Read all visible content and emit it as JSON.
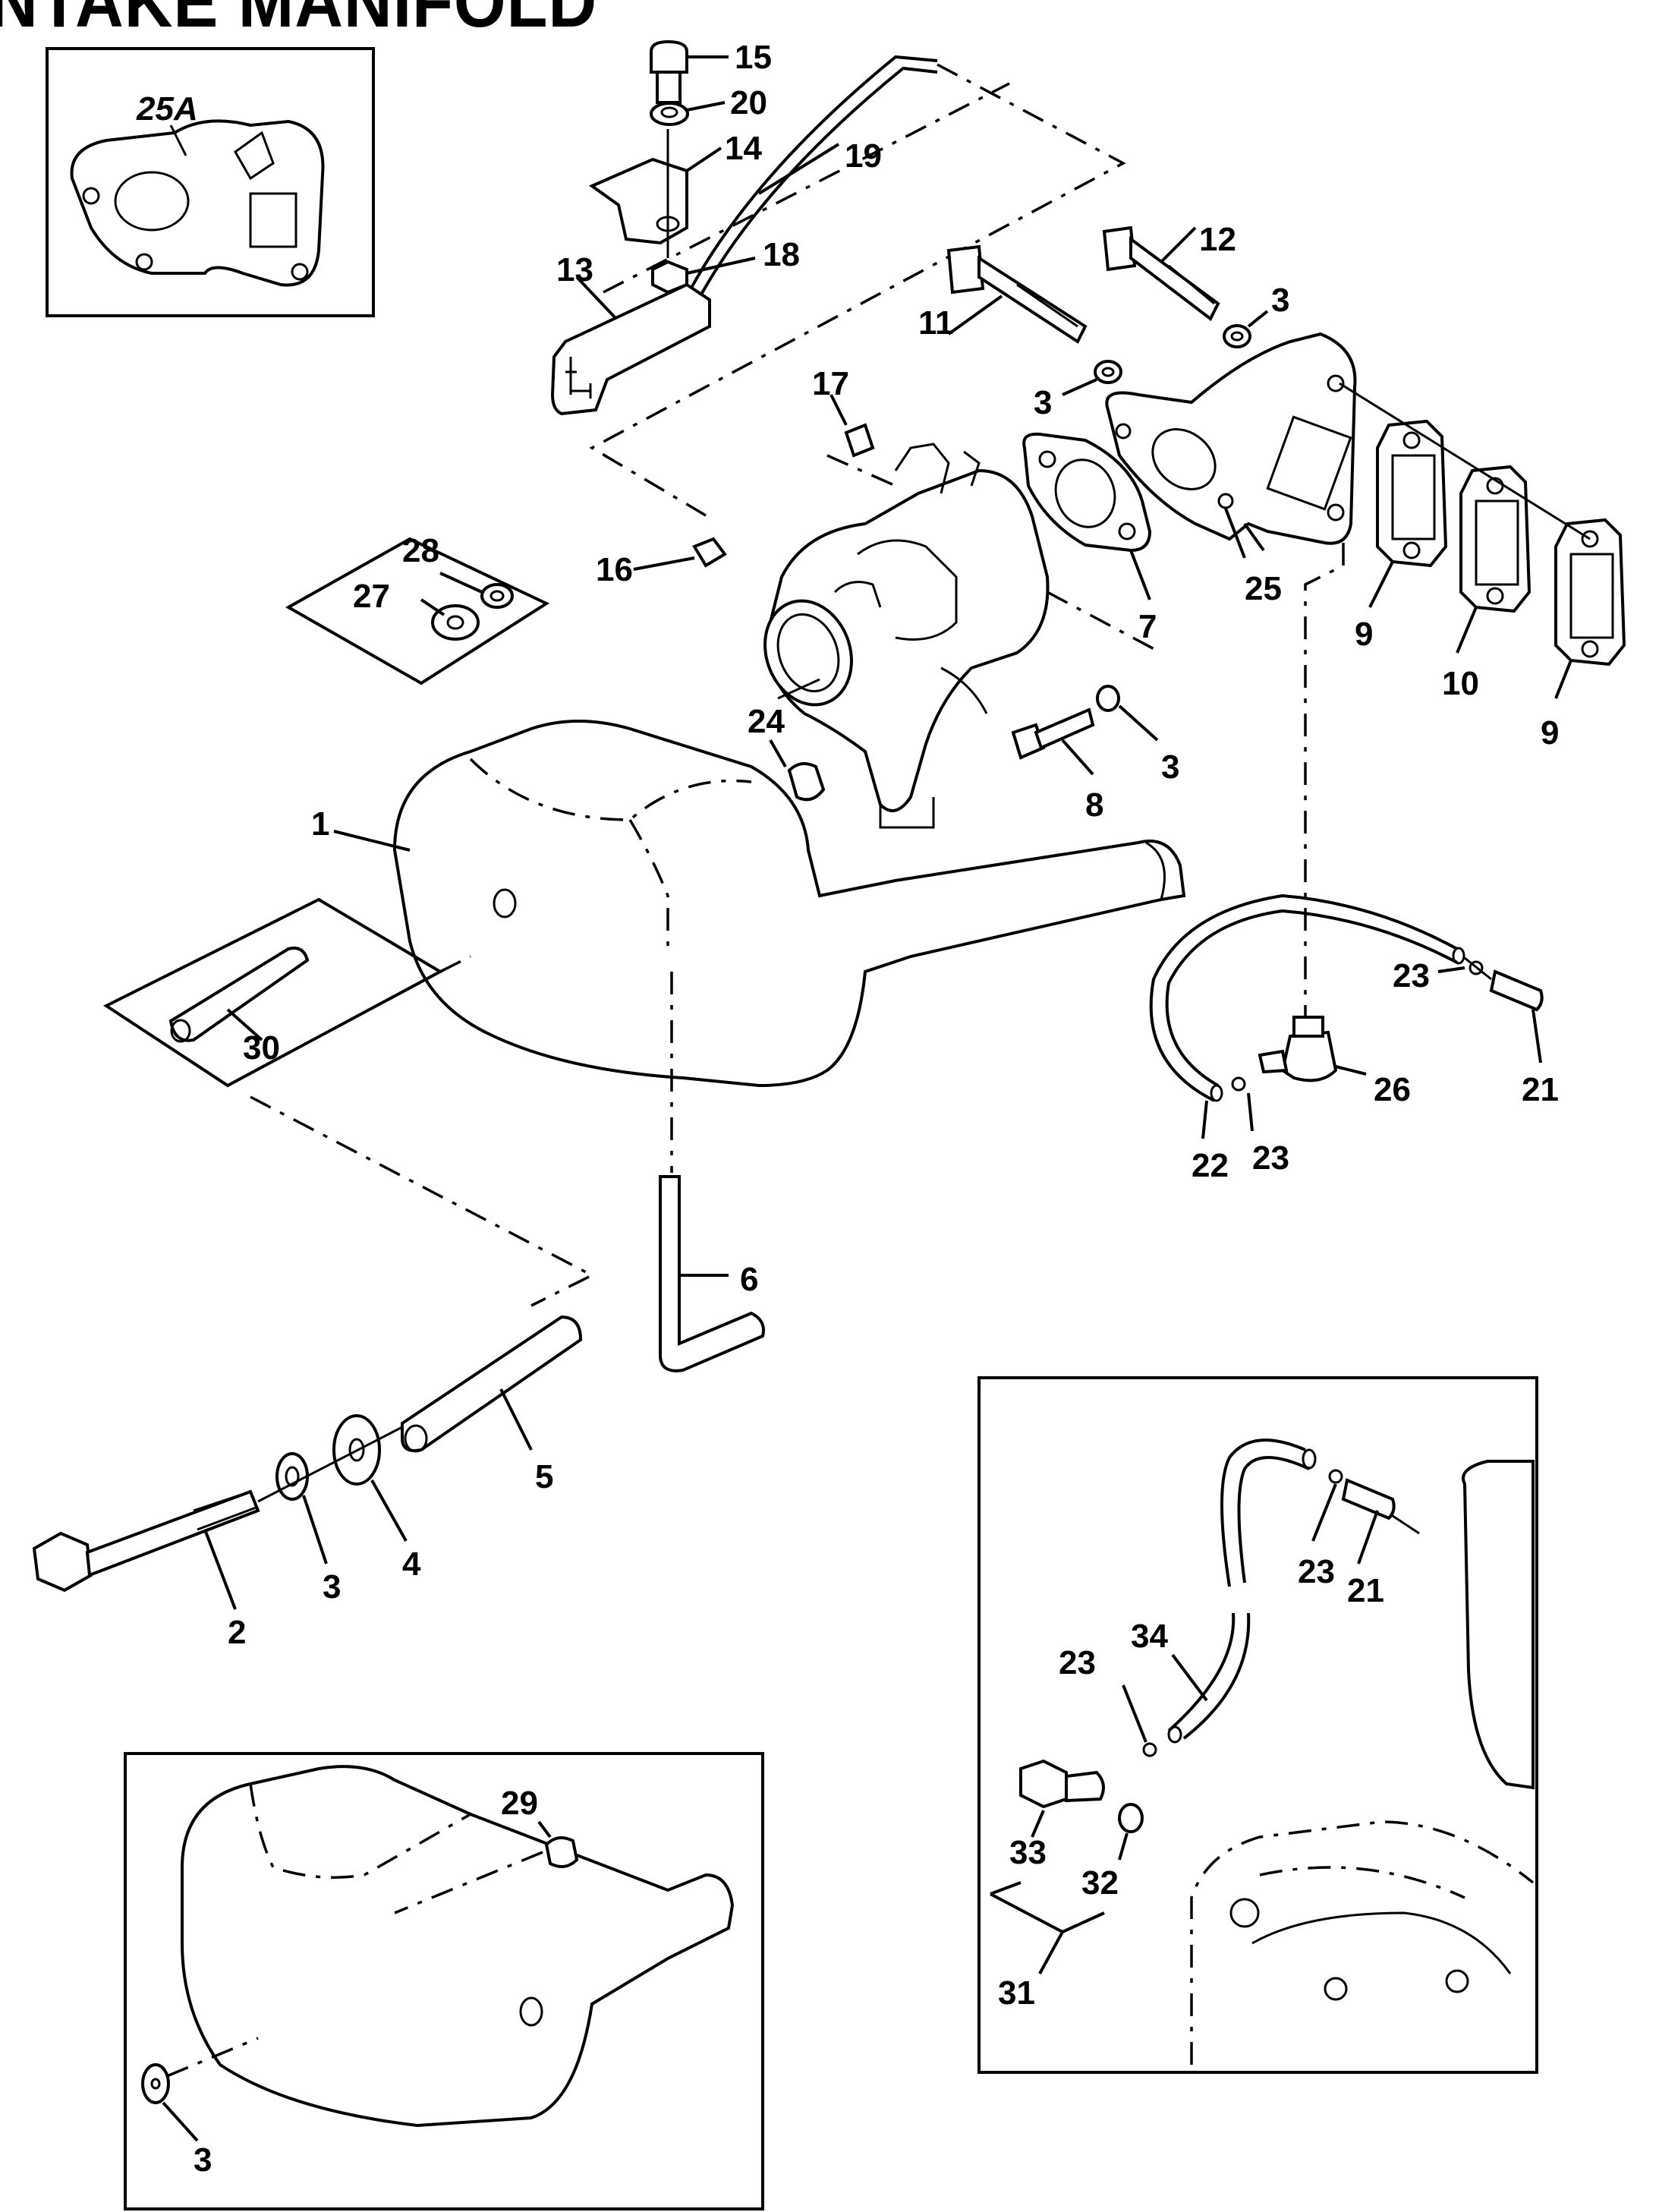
{
  "title": "NTAKE MANIFOLD",
  "diagram_type": "exploded parts diagram",
  "callouts": [
    {
      "id": "c15",
      "text": "15"
    },
    {
      "id": "c20",
      "text": "20"
    },
    {
      "id": "c14",
      "text": "14"
    },
    {
      "id": "c19",
      "text": "19"
    },
    {
      "id": "c18",
      "text": "18"
    },
    {
      "id": "c13",
      "text": "13"
    },
    {
      "id": "c12",
      "text": "12"
    },
    {
      "id": "c3a",
      "text": "3"
    },
    {
      "id": "c11",
      "text": "11"
    },
    {
      "id": "c3b",
      "text": "3"
    },
    {
      "id": "c17",
      "text": "17"
    },
    {
      "id": "c16",
      "text": "16"
    },
    {
      "id": "c7",
      "text": "7"
    },
    {
      "id": "c25",
      "text": "25"
    },
    {
      "id": "c9a",
      "text": "9"
    },
    {
      "id": "c10",
      "text": "10"
    },
    {
      "id": "c9b",
      "text": "9"
    },
    {
      "id": "c28",
      "text": "28"
    },
    {
      "id": "c27",
      "text": "27"
    },
    {
      "id": "c24",
      "text": "24"
    },
    {
      "id": "c8",
      "text": "8"
    },
    {
      "id": "c3c",
      "text": "3"
    },
    {
      "id": "c1",
      "text": "1"
    },
    {
      "id": "c30",
      "text": "30"
    },
    {
      "id": "c23a",
      "text": "23"
    },
    {
      "id": "c21a",
      "text": "21"
    },
    {
      "id": "c26",
      "text": "26"
    },
    {
      "id": "c22",
      "text": "22"
    },
    {
      "id": "c23b",
      "text": "23"
    },
    {
      "id": "c6",
      "text": "6"
    },
    {
      "id": "c5",
      "text": "5"
    },
    {
      "id": "c4",
      "text": "4"
    },
    {
      "id": "c3d",
      "text": "3"
    },
    {
      "id": "c2",
      "text": "2"
    },
    {
      "id": "c29",
      "text": "29"
    },
    {
      "id": "c3e",
      "text": "3"
    },
    {
      "id": "c23c",
      "text": "23"
    },
    {
      "id": "c21b",
      "text": "21"
    },
    {
      "id": "c23d",
      "text": "23"
    },
    {
      "id": "c34",
      "text": "34"
    },
    {
      "id": "c33",
      "text": "33"
    },
    {
      "id": "c32",
      "text": "32"
    },
    {
      "id": "c31",
      "text": "31"
    }
  ],
  "insets": {
    "top_left": {
      "label": "25A"
    },
    "washers": {
      "labels": [
        "28",
        "27"
      ]
    },
    "tube": {
      "label": "30"
    },
    "bottom_left": {
      "labels": [
        "29",
        "3"
      ]
    },
    "bottom_right": {
      "labels": [
        "23",
        "21",
        "23",
        "34",
        "33",
        "32",
        "31"
      ]
    }
  }
}
